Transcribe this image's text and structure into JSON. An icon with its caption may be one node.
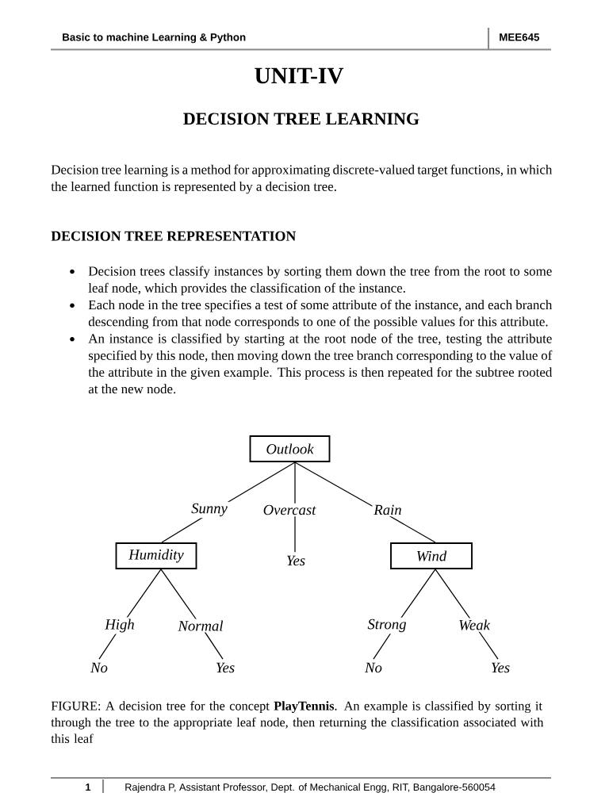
{
  "diagram": {
    "title": "DECISION TREE LEARNING",
    "caption": "FIGURE: A decision tree for the concept **PlayTennis**. An example is classified by sorting it through the tree to the appropriate leaf node, then returning the classification associated with this leaf",
    "nodes": [
      {
        "text": [
          "Outlook"
        ]
      },
      {
        "text": [
          "Humidity"
        ]
      },
      {
        "text": [
          "Yes"
        ]
      },
      {
        "text": [
          "Wind"
        ]
      },
      {
        "text": [
          "No"
        ]
      },
      {
        "text": [
          "Yes"
        ]
      },
      {
        "text": [
          "No"
        ]
      },
      {
        "text": [
          "Yes"
        ]
      }
    ],
    "edges": [
      {
        "from": 0,
        "to": 1,
        "arrow": "none",
        "label": "Sunny"
      },
      {
        "from": 0,
        "to": 2,
        "arrow": "none",
        "label": "Overcast"
      },
      {
        "from": 0,
        "to": 3,
        "arrow": "none",
        "label": "Rain"
      },
      {
        "from": 1,
        "to": 4,
        "arrow": "none",
        "label": "High"
      },
      {
        "from": 1,
        "to": 5,
        "arrow": "none",
        "label": "Normal"
      },
      {
        "from": 3,
        "to": 6,
        "arrow": "none",
        "label": "Strong"
      },
      {
        "from": 3,
        "to": 7,
        "arrow": "none",
        "label": "Weak"
      }
    ],
    "labels": [
      "Basic to machine Learning & Python",
      "MEE645",
      "UNIT-IV",
      "Decision tree learning is a method for approximating discrete-valued target functions, in which the learned function is represented by a decision tree.",
      "DECISION TREE REPRESENTATION",
      "Decision trees classify instances by sorting them down the tree from the root to some leaf node, which provides the classification of the instance.",
      "Each node in the tree specifies a test of some attribute of the instance, and each branch descending from that node corresponds to one of the possible values for this attribute.",
      "An instance is classified by starting at the root node of the tree, testing the attribute specified by this node, then moving down the tree branch corresponding to the value of the attribute in the given example. This process is then repeated for the subtree rooted at the new node.",
      "1",
      "Rajendra P, Assistant Professor, Dept. of Mechanical Engg, RIT, Bangalore-560054"
    ]
  }
}
